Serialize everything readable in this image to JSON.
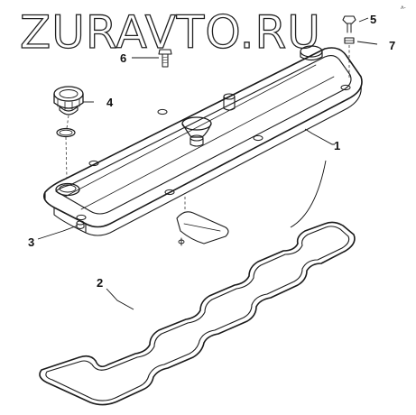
{
  "watermark": "ZURAVTO.RU",
  "corner_mark": "ʌ-",
  "callouts": [
    {
      "id": "1",
      "label": "1"
    },
    {
      "id": "2",
      "label": "2"
    },
    {
      "id": "3",
      "label": "3"
    },
    {
      "id": "4",
      "label": "4"
    },
    {
      "id": "5",
      "label": "5"
    },
    {
      "id": "6",
      "label": "6"
    },
    {
      "id": "7",
      "label": "7"
    }
  ]
}
